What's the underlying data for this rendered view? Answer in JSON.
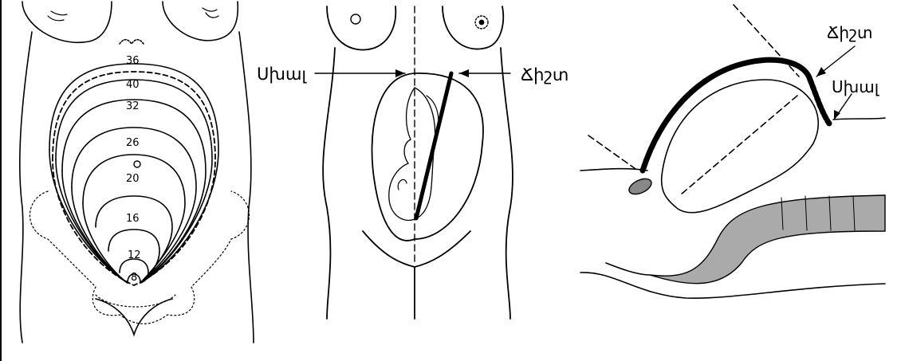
{
  "panel_fundal_height": {
    "week_labels": [
      "36",
      "40",
      "32",
      "26",
      "20",
      "16",
      "12",
      "8"
    ]
  },
  "panel_frontal_measurement": {
    "wrong_label": "Սխալ",
    "correct_label": "Ճիշտ"
  },
  "panel_side_measurement": {
    "correct_label": "Ճիշտ",
    "wrong_label": "Սխալ"
  }
}
